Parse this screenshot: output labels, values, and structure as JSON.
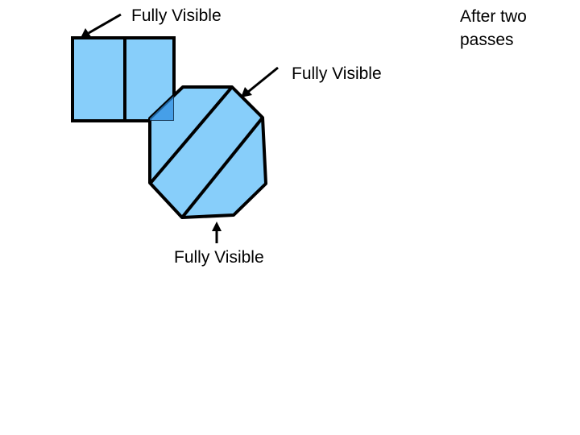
{
  "labels": {
    "square_label": "Fully Visible",
    "pass_note_line1": "After two",
    "pass_note_line2": "passes",
    "octagon_top_label": "Fully Visible",
    "octagon_bottom_label": "Fully Visible"
  },
  "colors": {
    "shape_fill": "#87CEFA",
    "overlap_fill": "#2B8BE0",
    "stroke": "#000000",
    "background": "#FFFFFF"
  }
}
